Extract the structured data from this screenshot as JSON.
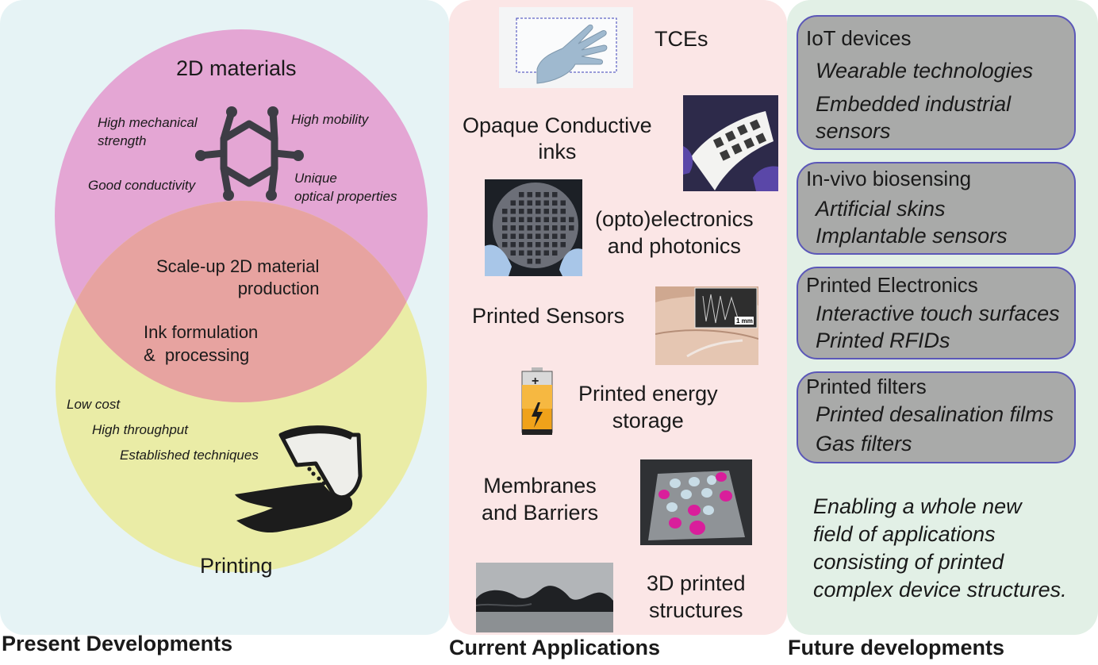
{
  "present": {
    "circle_top_title": "2D materials",
    "properties": {
      "mechanical": "High mechanical\nstrength",
      "mobility": "High mobility",
      "conductivity": "Good conductivity",
      "optical": "Unique\noptical properties"
    },
    "overlap": {
      "scaleup": "Scale-up 2D material\nproduction",
      "ink": "Ink formulation\n&  processing"
    },
    "printing_props": {
      "low_cost": "Low cost",
      "throughput": "High throughput",
      "established": "Established techniques"
    },
    "circle_bottom_title": "Printing",
    "footer": "Present Developments"
  },
  "current": {
    "items": {
      "tces": "TCEs",
      "opaque": "Opaque Conductive\ninks",
      "opto": "(opto)electronics\nand photonics",
      "sensors": "Printed Sensors",
      "energy": "Printed energy\nstorage",
      "membranes": "Membranes\nand Barriers",
      "structures": "3D printed\nstructures"
    },
    "scale_bar": "1 mm",
    "footer": "Current Applications"
  },
  "future": {
    "boxes": [
      {
        "heading": "IoT devices",
        "items": [
          "Wearable technologies",
          "Embedded industrial",
          "sensors"
        ]
      },
      {
        "heading": "In-vivo biosensing",
        "items": [
          "Artificial skins",
          "Implantable sensors"
        ]
      },
      {
        "heading": "Printed Electronics",
        "items": [
          "Interactive touch surfaces",
          "Printed RFIDs"
        ]
      },
      {
        "heading": "Printed filters",
        "items": [
          "Printed desalination films",
          "Gas filters"
        ]
      }
    ],
    "closing": "Enabling a whole new\nfield of applications\nconsisting of printed\ncomplex device structures.",
    "footer": "Future developments"
  },
  "colors": {
    "top_circle": "#e4a6d4",
    "bottom_circle": "#eaeca6",
    "overlap": "#e7a3a0",
    "box_fill": "#a9aaa9",
    "box_border": "#5b57b8"
  }
}
